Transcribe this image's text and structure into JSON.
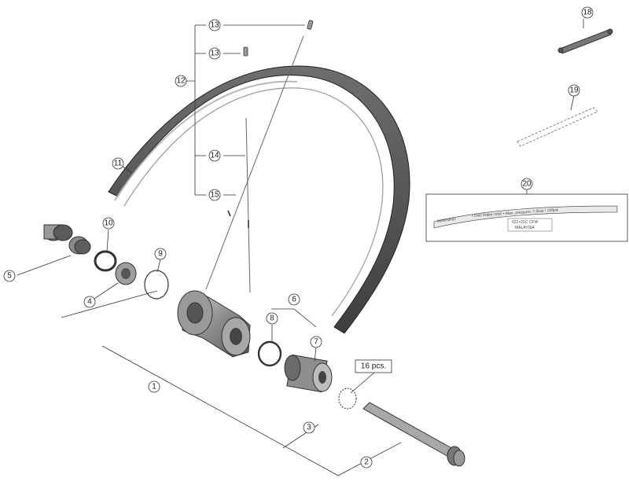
{
  "callouts": {
    "c1": "1",
    "c2": "2",
    "c3": "3",
    "c4": "4",
    "c5": "5",
    "c6": "6",
    "c7": "7",
    "c8": "8",
    "c9": "9",
    "c10": "10",
    "c11": "11",
    "c12": "12",
    "c13a": "13",
    "c13b": "13",
    "c14": "14",
    "c15": "15",
    "c18": "18",
    "c19": "19",
    "c20": "20"
  },
  "note": "16 pcs.",
  "sticker": {
    "warning": "WARNING",
    "line1": "• Disc brake only! • Max. pressure: 7.5bar / 109psi",
    "size": "622×21C CFW",
    "origin": "MALAYSIA"
  },
  "colors": {
    "ink": "#333333",
    "part_fill": "#8a8a8a",
    "part_dark": "#5a5a5a",
    "part_light": "#c4c4c4"
  }
}
